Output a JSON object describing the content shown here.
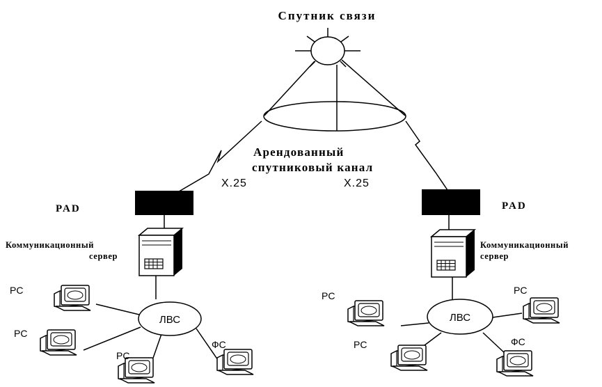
{
  "diagram": {
    "title": "Спутник связи",
    "channel_label_line1": "Арендованный",
    "channel_label_line2": "спутниковый канал",
    "left": {
      "link_label": "X.25",
      "pad_label": "PAD",
      "server_label_line1": "Коммуникационный",
      "server_label_line2": "сервер",
      "lan_label": "ЛВС",
      "pc_labels": [
        "PC",
        "PC",
        "PC"
      ],
      "fs_label": "ФС"
    },
    "right": {
      "link_label": "X.25",
      "pad_label": "PAD",
      "server_label_line1": "Коммуникационный",
      "server_label_line2": "сервер",
      "lan_label": "ЛВС",
      "pc_labels": [
        "PC",
        "PC",
        "PC"
      ],
      "fs_label": "ФС"
    }
  }
}
